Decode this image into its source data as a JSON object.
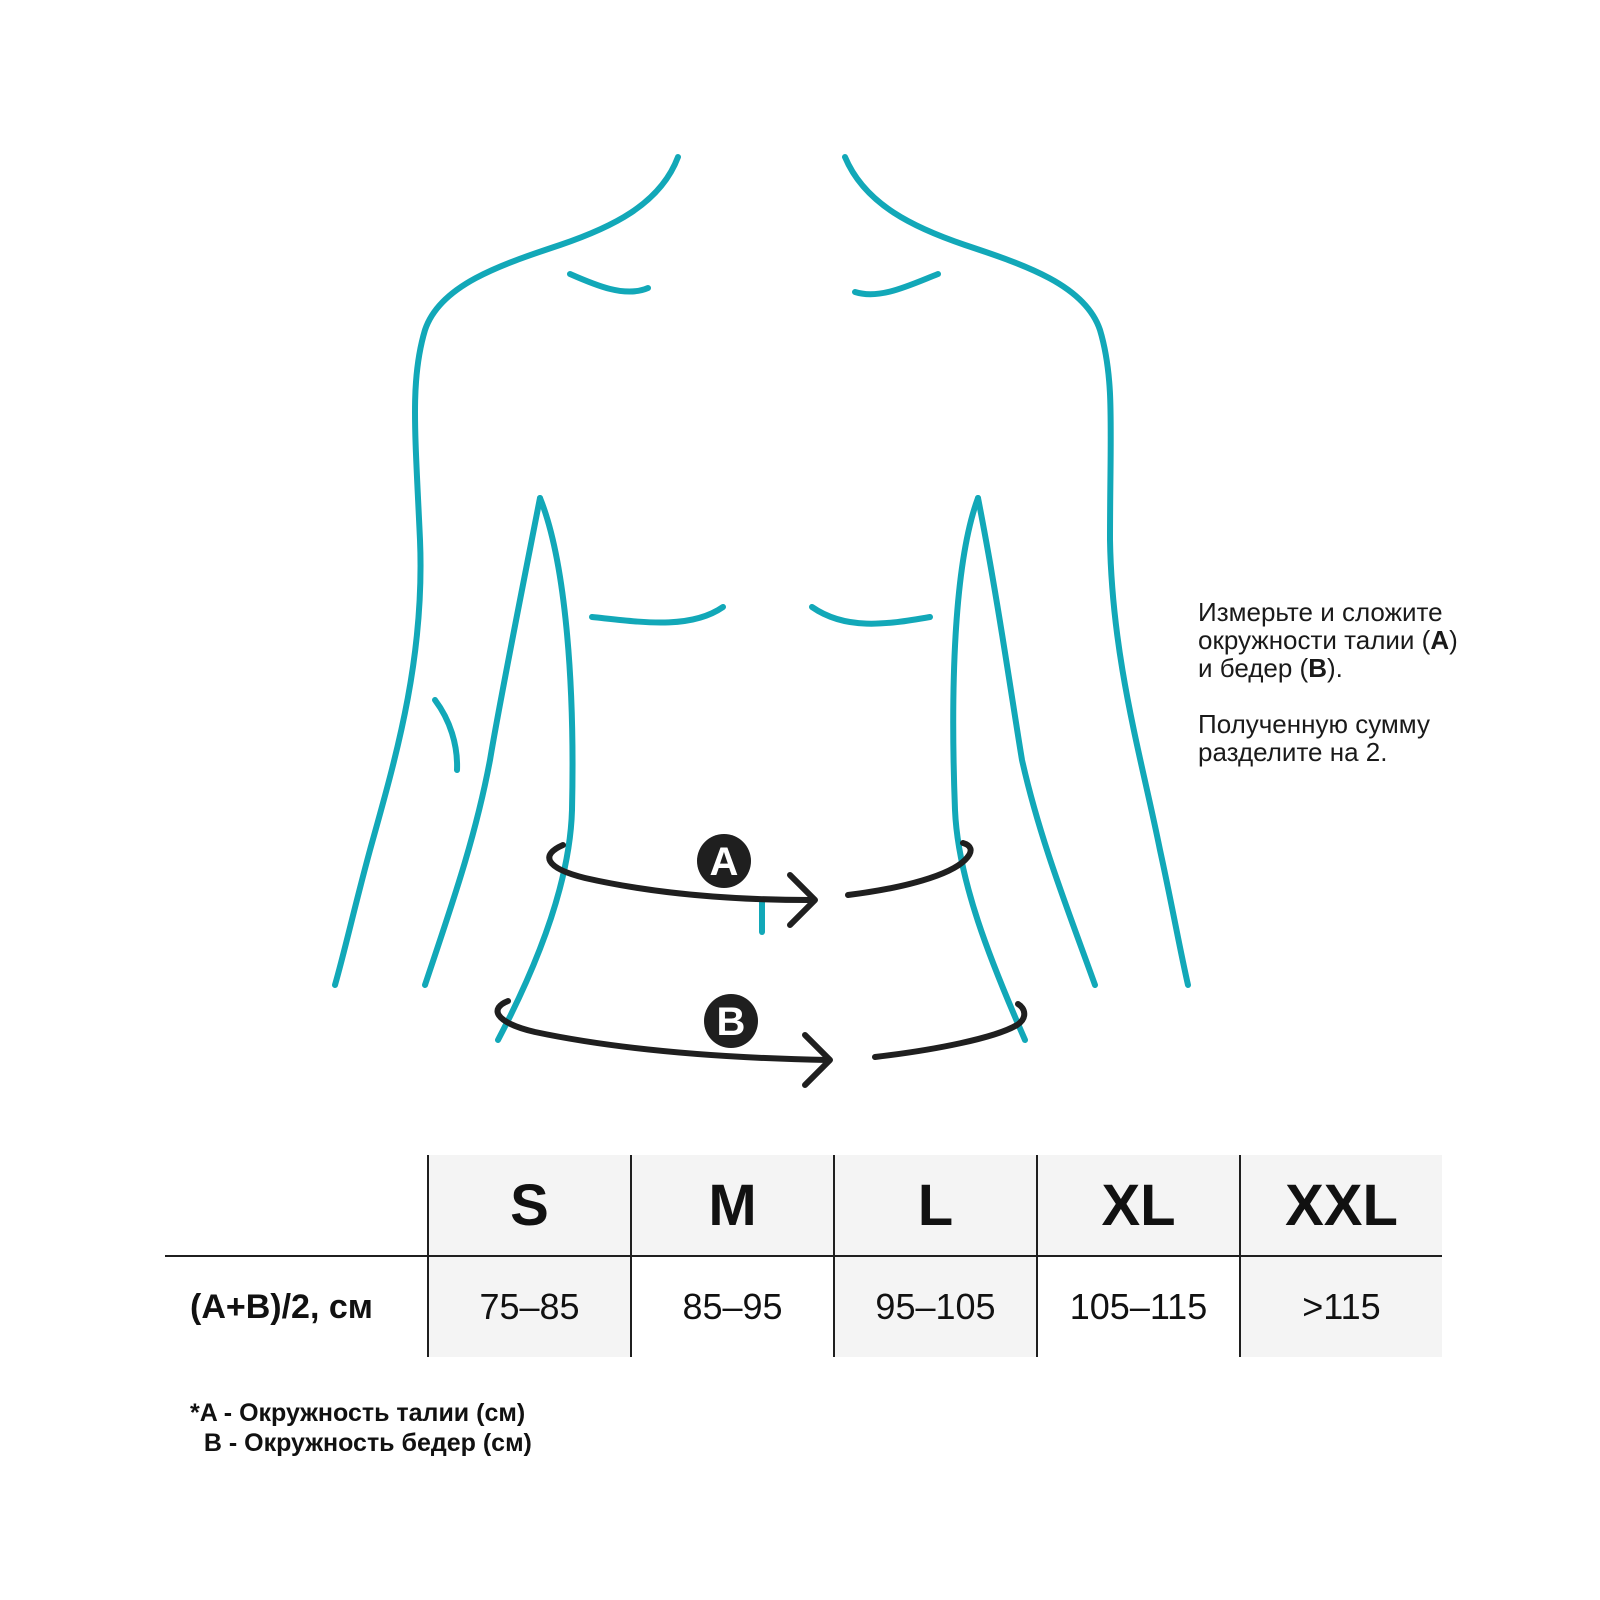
{
  "instructions": {
    "line1": "Измерьте и сложите",
    "line2_prefix": "окружности талии (",
    "line2_bold": "A",
    "line2_suffix": ")",
    "line3_prefix": "и бедер (",
    "line3_bold": "B",
    "line3_suffix": ").",
    "para2_line1": "Полученную сумму",
    "para2_line2": "разделите на 2."
  },
  "markers": {
    "waist": "A",
    "hips": "B"
  },
  "table": {
    "row_label": "(A+B)/2, см",
    "sizes": [
      "S",
      "M",
      "L",
      "XL",
      "XXL"
    ],
    "values": [
      "75–85",
      "85–95",
      "95–105",
      "105–115",
      ">115"
    ]
  },
  "footnote": {
    "line1": "*A - Окружность талии (см)",
    "line2": "  B - Окружность бедер (см)"
  },
  "colors": {
    "body_outline": "#12a8b8",
    "tape": "#1f1f1f",
    "cell_shade": "#f4f4f4"
  }
}
